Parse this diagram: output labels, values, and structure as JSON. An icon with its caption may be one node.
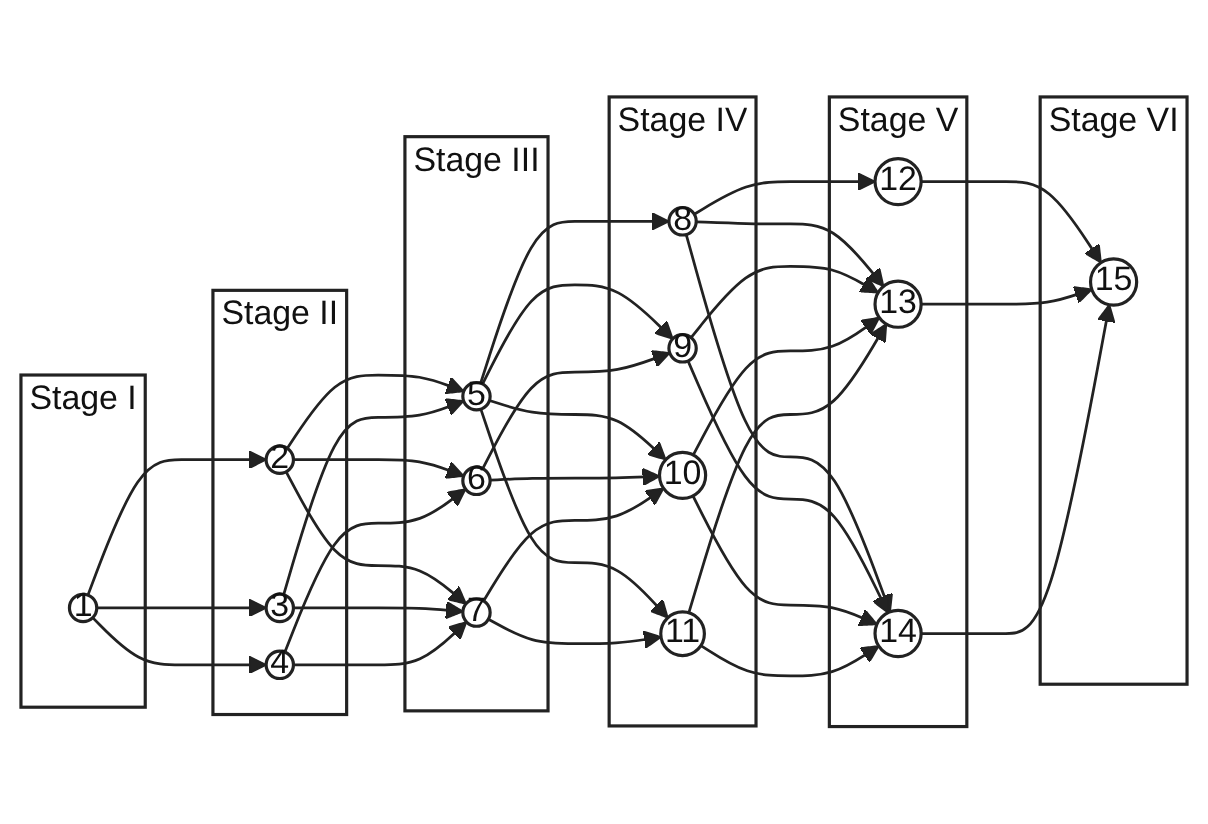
{
  "diagram": {
    "nodes": [
      {
        "text": [
          "Stage I"
        ]
      },
      {
        "text": [
          "1"
        ],
        "in": 0
      },
      {
        "text": [
          "Stage II"
        ]
      },
      {
        "text": [
          "2"
        ],
        "in": 2
      },
      {
        "text": [
          "3"
        ],
        "in": 2
      },
      {
        "text": [
          "4"
        ],
        "in": 2
      },
      {
        "text": [
          "Stage III"
        ]
      },
      {
        "text": [
          "5"
        ],
        "in": 6
      },
      {
        "text": [
          "6"
        ],
        "in": 6
      },
      {
        "text": [
          "7"
        ],
        "in": 6
      },
      {
        "text": [
          "Stage IV"
        ]
      },
      {
        "text": [
          "8"
        ],
        "in": 10
      },
      {
        "text": [
          "9"
        ],
        "in": 10
      },
      {
        "text": [
          "10"
        ],
        "in": 10
      },
      {
        "text": [
          "11"
        ],
        "in": 10
      },
      {
        "text": [
          "Stage V"
        ]
      },
      {
        "text": [
          "12"
        ],
        "in": 15
      },
      {
        "text": [
          "13"
        ],
        "in": 15
      },
      {
        "text": [
          "14"
        ],
        "in": 15
      },
      {
        "text": [
          "Stage VI"
        ]
      },
      {
        "text": [
          "15"
        ],
        "in": 19
      }
    ],
    "edges": [
      {
        "from": 1,
        "to": 3,
        "arrow": "to"
      },
      {
        "from": 1,
        "to": 4,
        "arrow": "to"
      },
      {
        "from": 1,
        "to": 5,
        "arrow": "to"
      },
      {
        "from": 3,
        "to": 7,
        "arrow": "to"
      },
      {
        "from": 3,
        "to": 8,
        "arrow": "to"
      },
      {
        "from": 3,
        "to": 9,
        "arrow": "to"
      },
      {
        "from": 4,
        "to": 7,
        "arrow": "to"
      },
      {
        "from": 4,
        "to": 9,
        "arrow": "to"
      },
      {
        "from": 5,
        "to": 8,
        "arrow": "to"
      },
      {
        "from": 5,
        "to": 9,
        "arrow": "to"
      },
      {
        "from": 7,
        "to": 11,
        "arrow": "to"
      },
      {
        "from": 7,
        "to": 12,
        "arrow": "to"
      },
      {
        "from": 7,
        "to": 13,
        "arrow": "to"
      },
      {
        "from": 7,
        "to": 14,
        "arrow": "to"
      },
      {
        "from": 8,
        "to": 12,
        "arrow": "to"
      },
      {
        "from": 8,
        "to": 13,
        "arrow": "to"
      },
      {
        "from": 9,
        "to": 13,
        "arrow": "to"
      },
      {
        "from": 9,
        "to": 14,
        "arrow": "to"
      },
      {
        "from": 11,
        "to": 16,
        "arrow": "to"
      },
      {
        "from": 11,
        "to": 17,
        "arrow": "to"
      },
      {
        "from": 11,
        "to": 18,
        "arrow": "to"
      },
      {
        "from": 12,
        "to": 17,
        "arrow": "to"
      },
      {
        "from": 12,
        "to": 18,
        "arrow": "to"
      },
      {
        "from": 13,
        "to": 17,
        "arrow": "to"
      },
      {
        "from": 13,
        "to": 18,
        "arrow": "to"
      },
      {
        "from": 14,
        "to": 17,
        "arrow": "to"
      },
      {
        "from": 14,
        "to": 18,
        "arrow": "to"
      },
      {
        "from": 16,
        "to": 20,
        "arrow": "to"
      },
      {
        "from": 17,
        "to": 20,
        "arrow": "to"
      },
      {
        "from": 18,
        "to": 20,
        "arrow": "to"
      }
    ]
  }
}
